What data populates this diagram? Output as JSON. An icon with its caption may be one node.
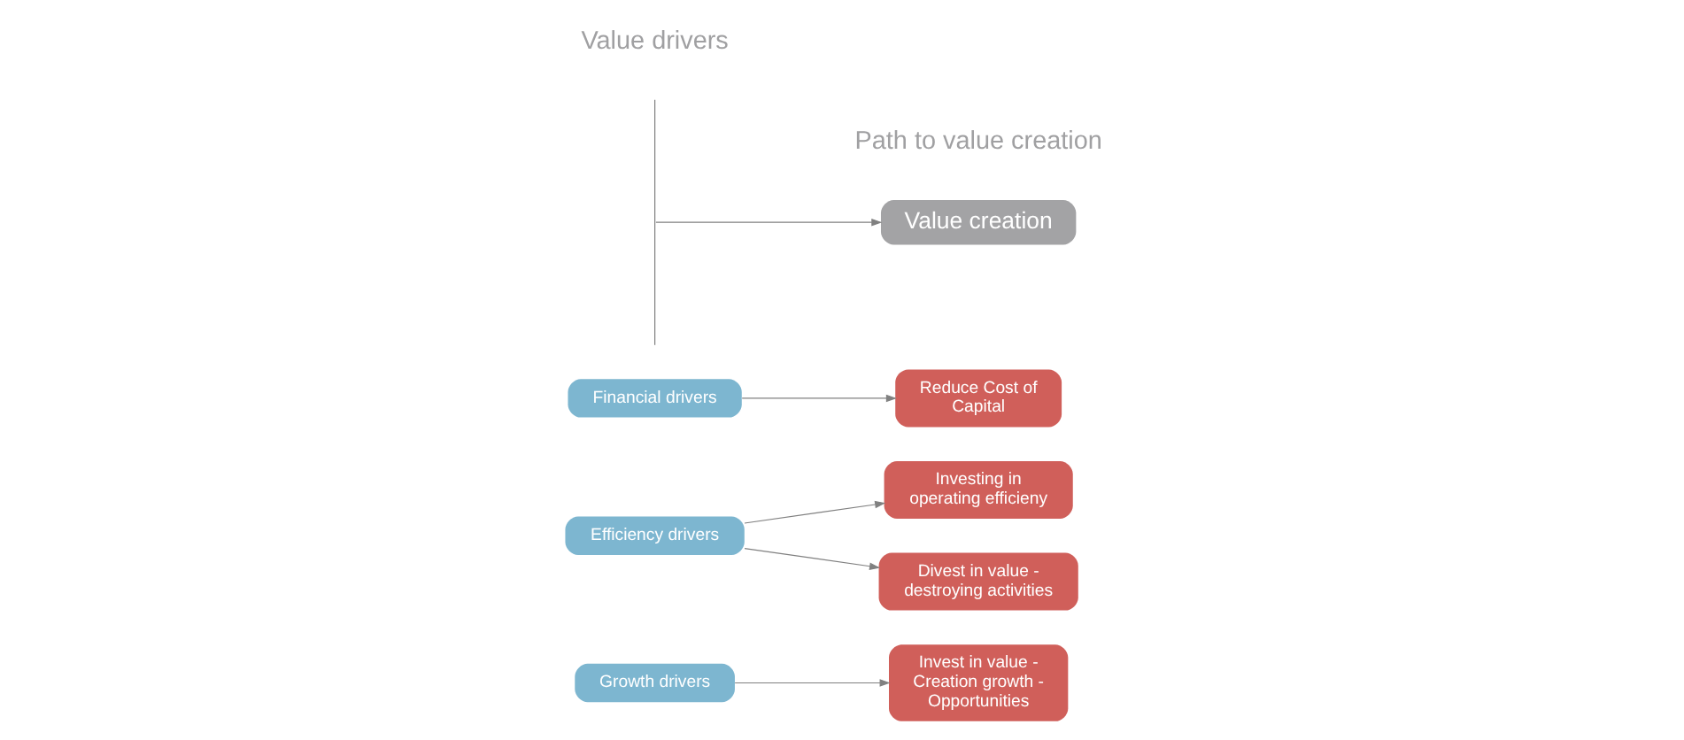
{
  "diagram": {
    "nodes": [
      {
        "text": [
          "Growth drivers"
        ]
      },
      {
        "text": [
          "Invest in value - Creation growth - Opportunities"
        ]
      },
      {
        "text": [
          "Efficiency drivers"
        ]
      },
      {
        "text": [
          "Investing in operating efficieny"
        ]
      },
      {
        "text": [
          "Divest in value - destroying activities"
        ]
      },
      {
        "text": [
          "Financial drivers"
        ]
      },
      {
        "text": [
          "Reduce Cost of Capital"
        ]
      },
      {
        "text": [
          "Value creation"
        ]
      }
    ],
    "edges": [
      {
        "from": 0,
        "to": 1,
        "arrow": "to"
      },
      {
        "from": 2,
        "to": 3,
        "arrow": "to"
      },
      {
        "from": 2,
        "to": 4,
        "arrow": "to"
      },
      {
        "from": 5,
        "to": 6,
        "arrow": "to"
      },
      {
        "from": null,
        "to": 7,
        "arrow": "to"
      }
    ],
    "labels": [
      "Value drivers",
      "Path to value creation"
    ]
  }
}
